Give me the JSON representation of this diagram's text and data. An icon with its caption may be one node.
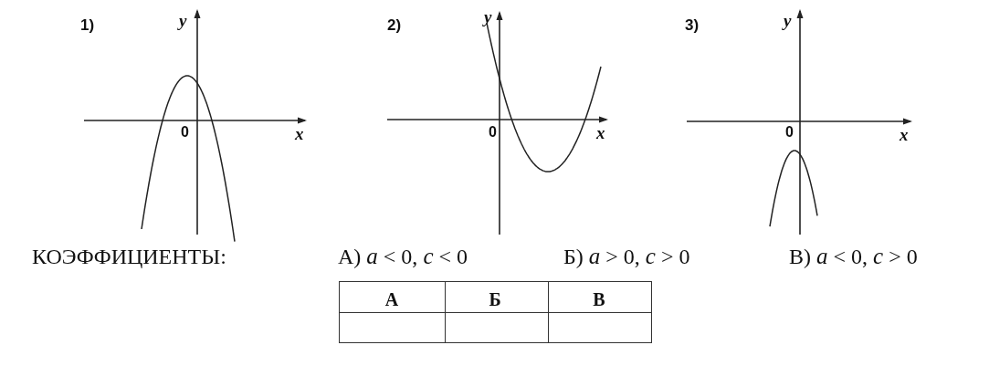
{
  "diagram": {
    "labels": [
      "1)",
      "y",
      "0",
      "x",
      "2)",
      "y",
      "0",
      "x",
      "3)",
      "y",
      "0",
      "x",
      "КОЭФФИЦИЕНТЫ:",
      "А) *a* < 0, *c* < 0",
      "Б) *a* > 0, *c* > 0",
      "В) *a* < 0, *c* > 0",
      "А",
      "Б",
      "В"
    ]
  }
}
